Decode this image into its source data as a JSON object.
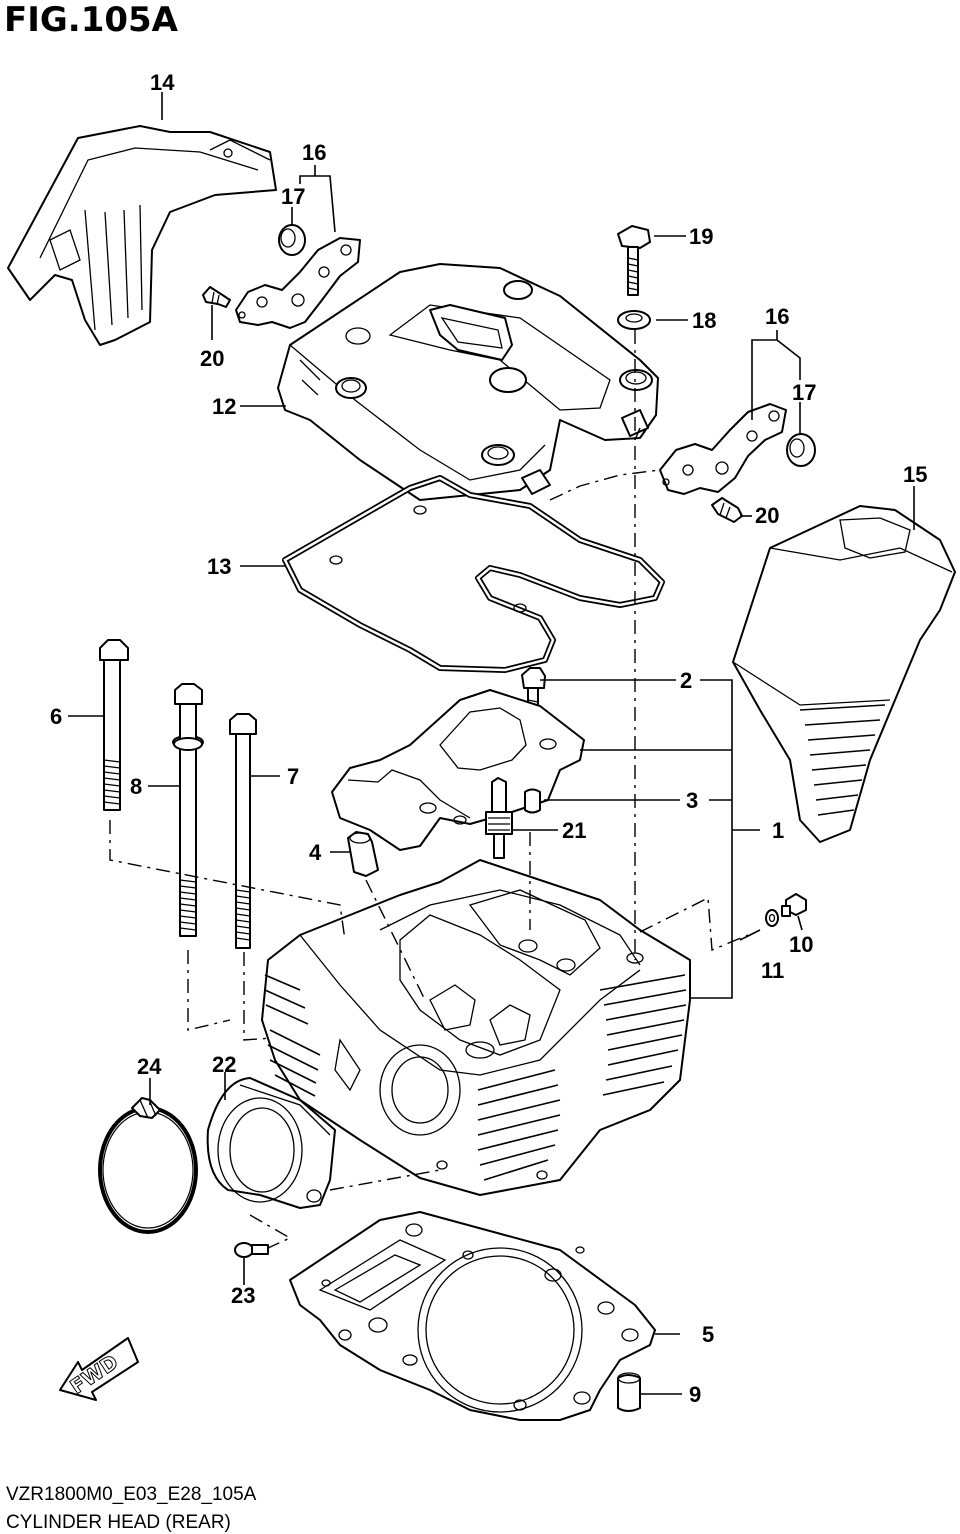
{
  "figure": {
    "title": "FIG.105A",
    "code": "VZR1800M0_E03_E28_105A",
    "name": "CYLINDER HEAD (REAR)",
    "fwd_label": "FWD"
  },
  "callouts": [
    {
      "id": "c14",
      "label": "14"
    },
    {
      "id": "c16a",
      "label": "16"
    },
    {
      "id": "c17a",
      "label": "17"
    },
    {
      "id": "c20a",
      "label": "20"
    },
    {
      "id": "c12",
      "label": "12"
    },
    {
      "id": "c19",
      "label": "19"
    },
    {
      "id": "c18",
      "label": "18"
    },
    {
      "id": "c16b",
      "label": "16"
    },
    {
      "id": "c17b",
      "label": "17"
    },
    {
      "id": "c20b",
      "label": "20"
    },
    {
      "id": "c15",
      "label": "15"
    },
    {
      "id": "c13",
      "label": "13"
    },
    {
      "id": "c2",
      "label": "2"
    },
    {
      "id": "c6",
      "label": "6"
    },
    {
      "id": "c7",
      "label": "7"
    },
    {
      "id": "c8",
      "label": "8"
    },
    {
      "id": "c3",
      "label": "3"
    },
    {
      "id": "c1",
      "label": "1"
    },
    {
      "id": "c21",
      "label": "21"
    },
    {
      "id": "c4",
      "label": "4"
    },
    {
      "id": "c10",
      "label": "10"
    },
    {
      "id": "c11",
      "label": "11"
    },
    {
      "id": "c24",
      "label": "24"
    },
    {
      "id": "c22",
      "label": "22"
    },
    {
      "id": "c23",
      "label": "23"
    },
    {
      "id": "c5",
      "label": "5"
    },
    {
      "id": "c9",
      "label": "9"
    }
  ]
}
